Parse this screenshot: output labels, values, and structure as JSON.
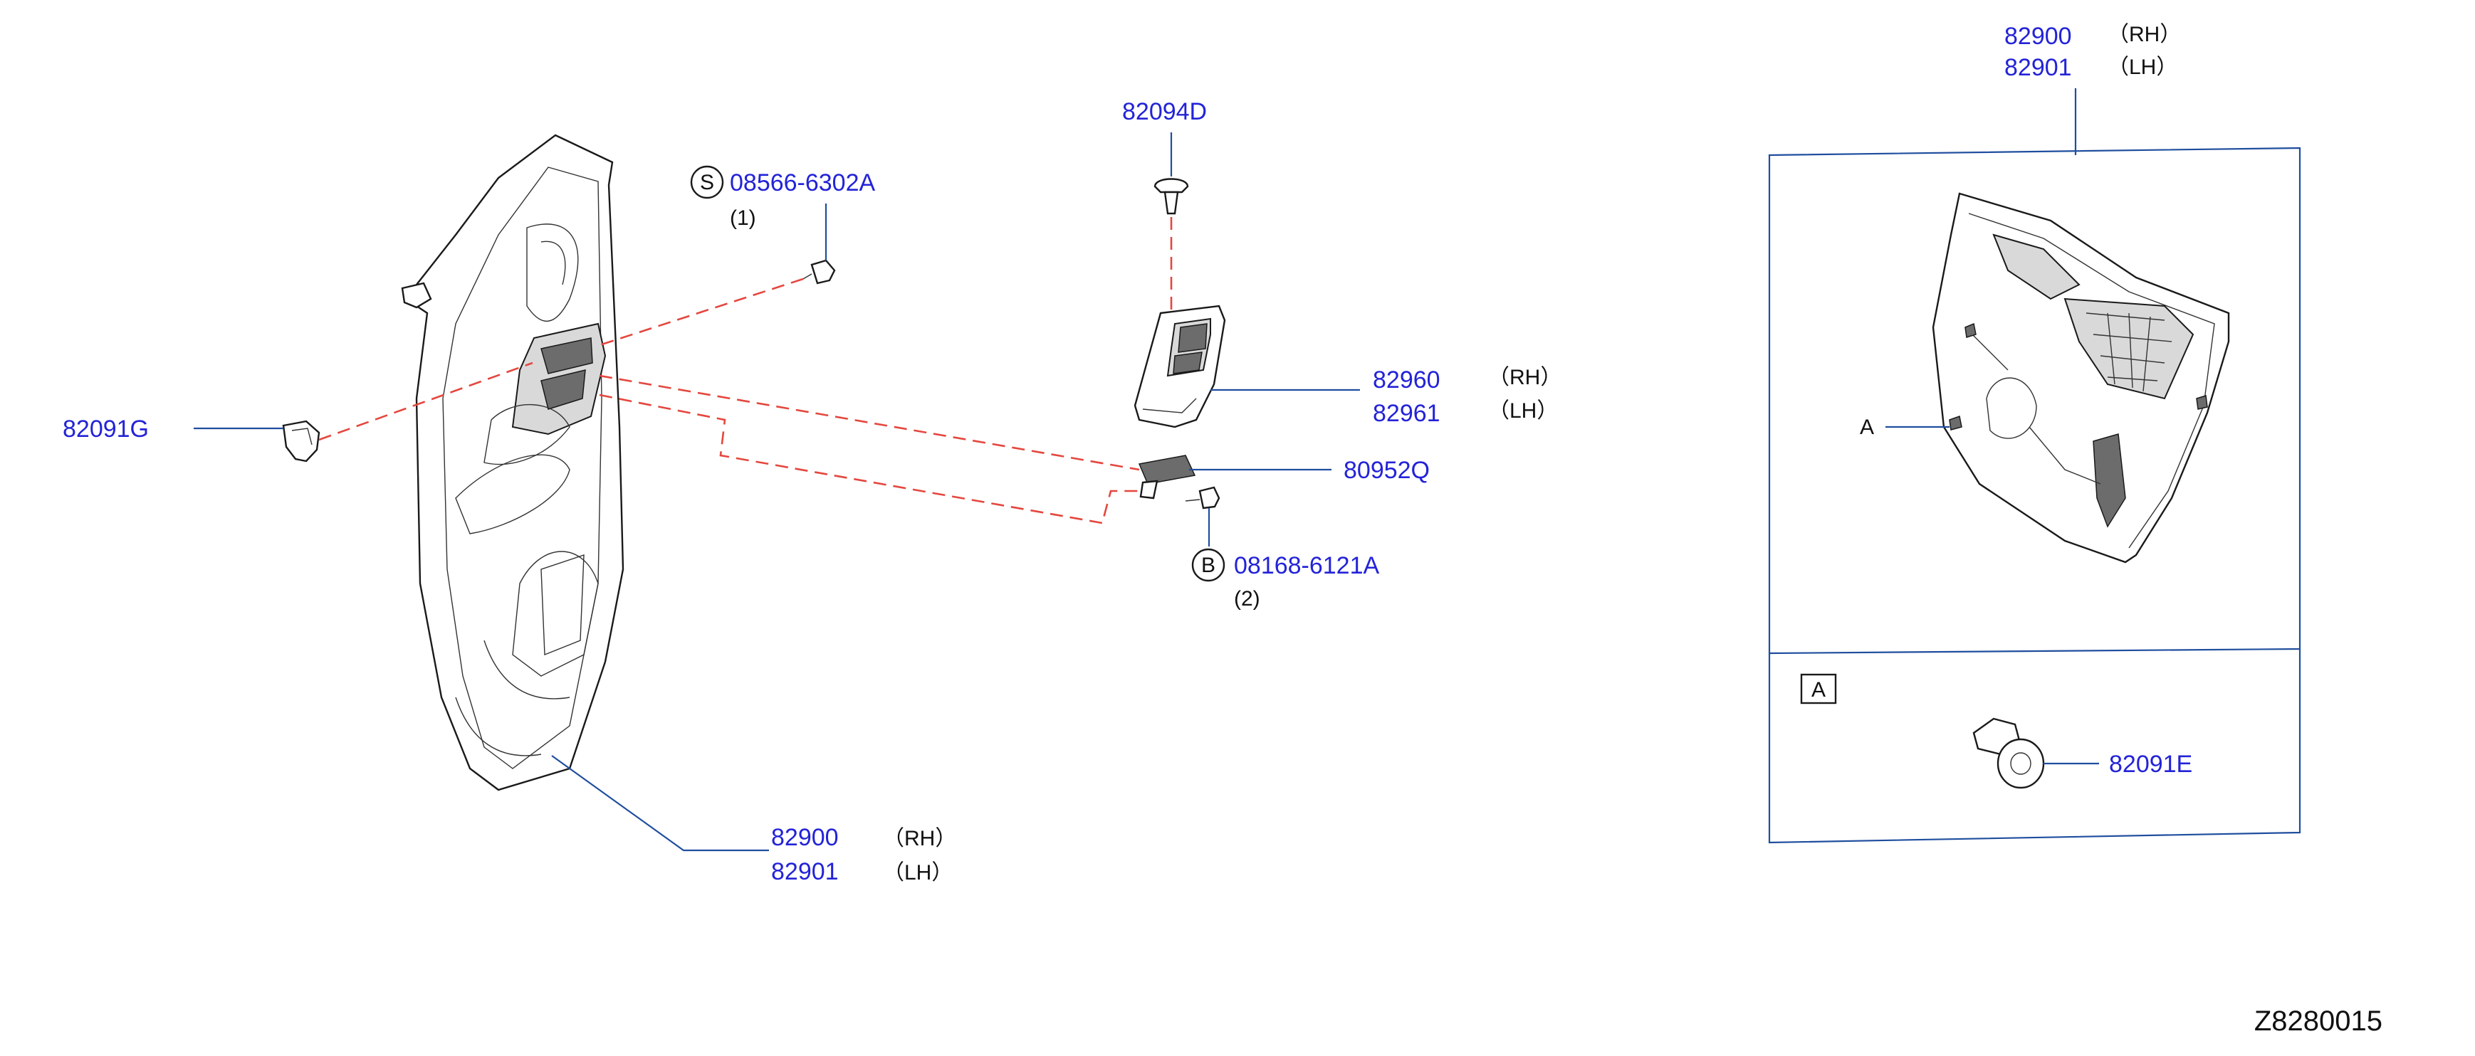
{
  "drawing_id": "Z8280015",
  "callouts": {
    "door_finisher": {
      "rh_pn": "82900",
      "rh_label": "（RH）",
      "lh_pn": "82901",
      "lh_label": "（LH）"
    },
    "detail_finisher": {
      "rh_pn": "82900",
      "rh_label": "（RH）",
      "lh_pn": "82901",
      "lh_label": "（LH）"
    },
    "clip_left": {
      "pn": "82091G"
    },
    "screw_top": {
      "symbol": "S",
      "pn": "08566-6302A",
      "qty": "(1)"
    },
    "screw_bracket": {
      "pn": "82094D"
    },
    "armrest_finisher": {
      "rh_pn": "82960",
      "rh_label": "（RH）",
      "lh_pn": "82961",
      "lh_label": "（LH）"
    },
    "bracket": {
      "pn": "80952Q"
    },
    "bolt": {
      "symbol": "B",
      "pn": "08168-6121A",
      "qty": "(2)"
    },
    "detail_a": {
      "ref_label": "A",
      "box_label": "A",
      "clip_pn": "82091E"
    }
  },
  "colors": {
    "part_number": "#2323d8",
    "leader": "#1f4e9e",
    "dash_line": "#e4473e"
  }
}
